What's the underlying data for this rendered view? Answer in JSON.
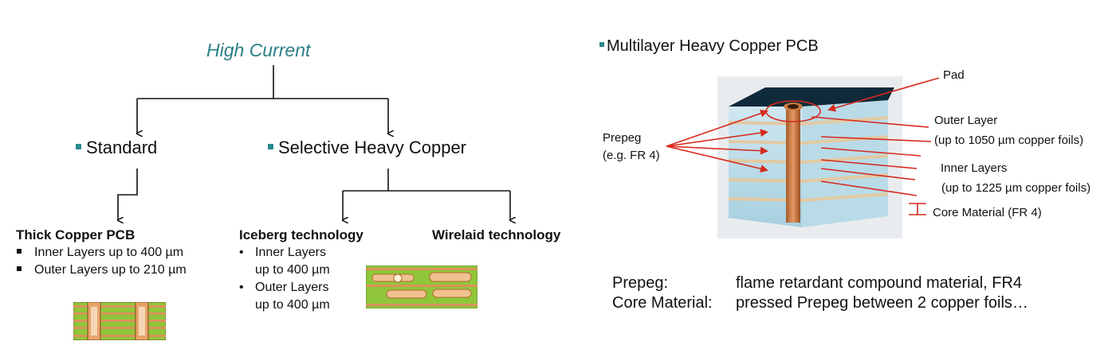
{
  "left_tree": {
    "root": "High Current",
    "branch_standard": "Standard",
    "branch_selective": "Selective Heavy Copper",
    "thick_title": "Thick Copper PCB",
    "thick_items": [
      "Inner Layers up to 400 µm",
      "Outer Layers up to 210 µm"
    ],
    "iceberg_title": "Iceberg technology",
    "iceberg_items": [
      "Inner Layers",
      "up to 400 µm",
      "Outer Layers",
      "up to 400 µm"
    ],
    "wirelaid_title": "Wirelaid technology"
  },
  "right_panel": {
    "title": "Multilayer Heavy Copper PCB",
    "labels": {
      "pad": "Pad",
      "prepeg_1": "Prepeg",
      "prepeg_2": "(e.g. FR 4)",
      "outer_1": "Outer Layer",
      "outer_2": "(up to 1050 µm copper foils)",
      "inner_1": "Inner Layers",
      "inner_2": "(up to 1225 µm copper foils)",
      "core": "Core Material (FR 4)"
    },
    "definitions": [
      {
        "term": "Prepeg:",
        "text": "flame retardant compound material, FR4"
      },
      {
        "term": "Core Material:",
        "text": "pressed Prepeg between 2 copper foils…"
      }
    ]
  },
  "colors": {
    "teal_accent": "#2b7f86",
    "pcb_green": "#8fc63a",
    "copper": "#d9935a",
    "annotation_red": "#d62a1e"
  }
}
